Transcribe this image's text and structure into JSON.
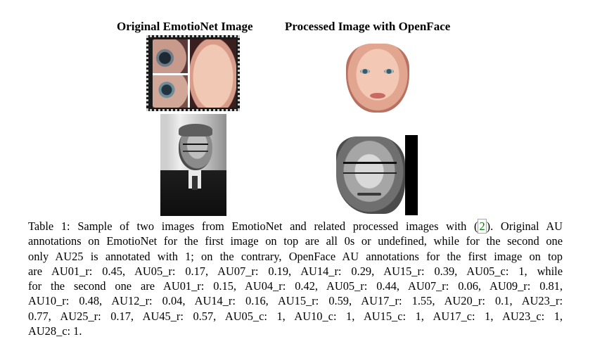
{
  "headers": {
    "left": "Original EmotioNet Image",
    "right": "Processed Image with OpenFace"
  },
  "caption": {
    "label": "Table 1:",
    "line1_pre": "Sample of two images from EmotioNet and related processed images with (",
    "cite": "2",
    "line1_post": "). Original AU",
    "lines": [
      "annotations on EmotioNet for the first image on top are all 0s or undefined, while for the second one",
      "only AU25 is annotated with 1; on the contrary, OpenFace AU annotations for the first image on top",
      "are AU01_r: 0.45, AU05_r: 0.17, AU07_r: 0.19, AU14_r: 0.29, AU15_r: 0.39, AU05_c: 1, while",
      "for the second one are AU01_r: 0.15, AU04_r: 0.42, AU05_r: 0.44, AU07_r: 0.06, AU09_r: 0.81,",
      "AU10_r: 0.48, AU12_r: 0.04, AU14_r: 0.16, AU15_r: 0.59, AU17_r: 1.55, AU20_r: 0.1, AU23_r:",
      "0.77, AU25_r: 0.17, AU45_r: 0.57, AU05_c: 1, AU10_c: 1, AU15_c: 1, AU17_c: 1, AU23_c: 1,",
      "AU28_c: 1."
    ]
  }
}
